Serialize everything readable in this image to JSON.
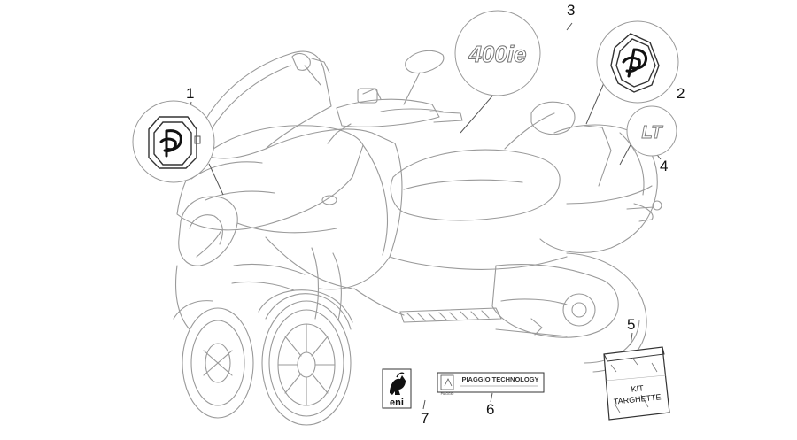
{
  "diagram": {
    "callouts": [
      "1",
      "2",
      "3",
      "4",
      "5",
      "6",
      "7"
    ],
    "decal_3_text": "400ie",
    "decal_4_text": "LT",
    "kit_label_line1": "KIT",
    "kit_label_line2": "TARGHETTE",
    "plate_6_text": "PIAGGIO TECHNOLOGY",
    "plate_6_small": "PIAGGIO",
    "sticker_7_text": "eni"
  },
  "colors": {
    "line": "#555555",
    "light_line": "#9a9a9a",
    "fill": "#ffffff"
  }
}
